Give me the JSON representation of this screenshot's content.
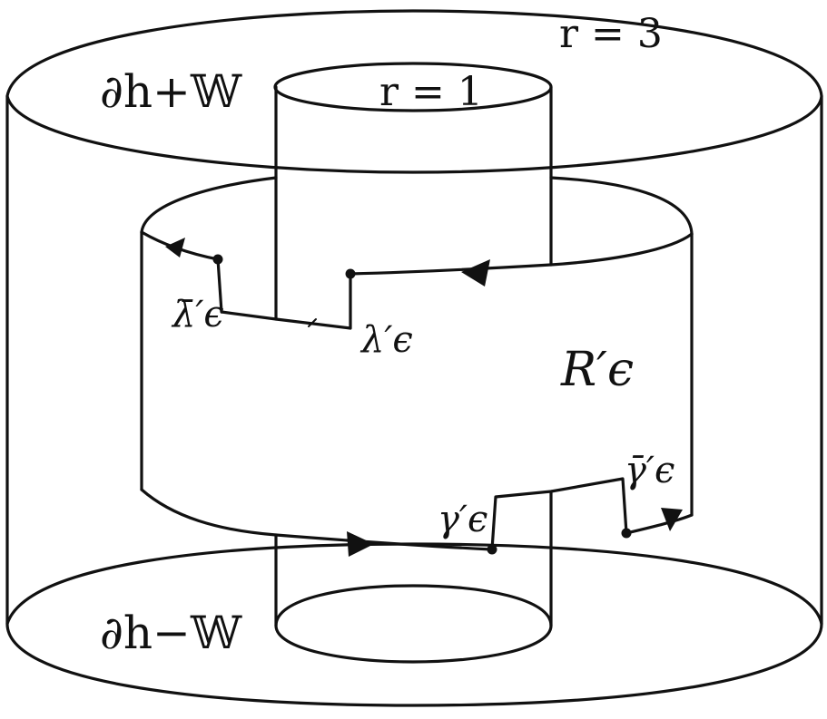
{
  "labels": {
    "outer_radius": "r = 3",
    "inner_radius": "r = 1",
    "top_boundary": "∂h+𝕎",
    "bottom_boundary": "∂h−𝕎",
    "region": "R′ϵ",
    "lambda": "λ′ϵ",
    "lambda_bar": "λ̄′ϵ",
    "gamma": "γ′ϵ",
    "gamma_bar": "γ̄′ϵ"
  },
  "colors": {
    "ink": "#111111",
    "paper": "#ffffff"
  }
}
